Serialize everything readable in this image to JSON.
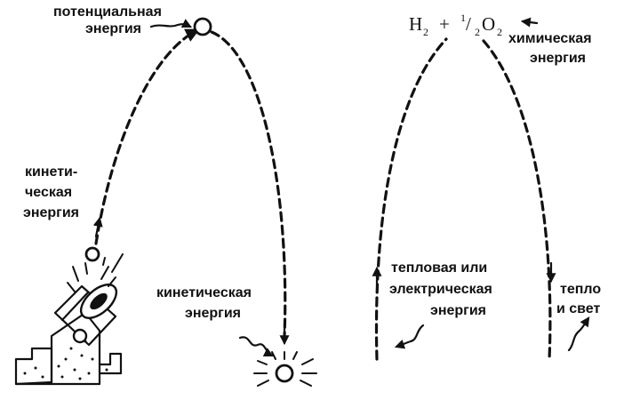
{
  "left_panel": {
    "potential_label": [
      "потенциальная",
      "энергия"
    ],
    "kinetic_up_label": [
      "кинети-",
      "ческая",
      "энергия"
    ],
    "kinetic_down_label": [
      "кинетическая",
      "энергия"
    ]
  },
  "right_panel": {
    "formula": {
      "h": "H",
      "h_sub": "2",
      "plus": "+",
      "one": "1",
      "slash": "/",
      "two": "2",
      "o": "O",
      "o_sub": "2"
    },
    "chemical_label": [
      "химическая",
      "энергия"
    ],
    "thermal_label": [
      "тепловая или",
      "электрическая",
      "энергия"
    ],
    "heat_light_label": [
      "тепло",
      "и свет"
    ]
  },
  "icons": {
    "cannon": "cannon-icon",
    "projectile": "cannonball-icon",
    "impact": "impact-burst-icon"
  }
}
